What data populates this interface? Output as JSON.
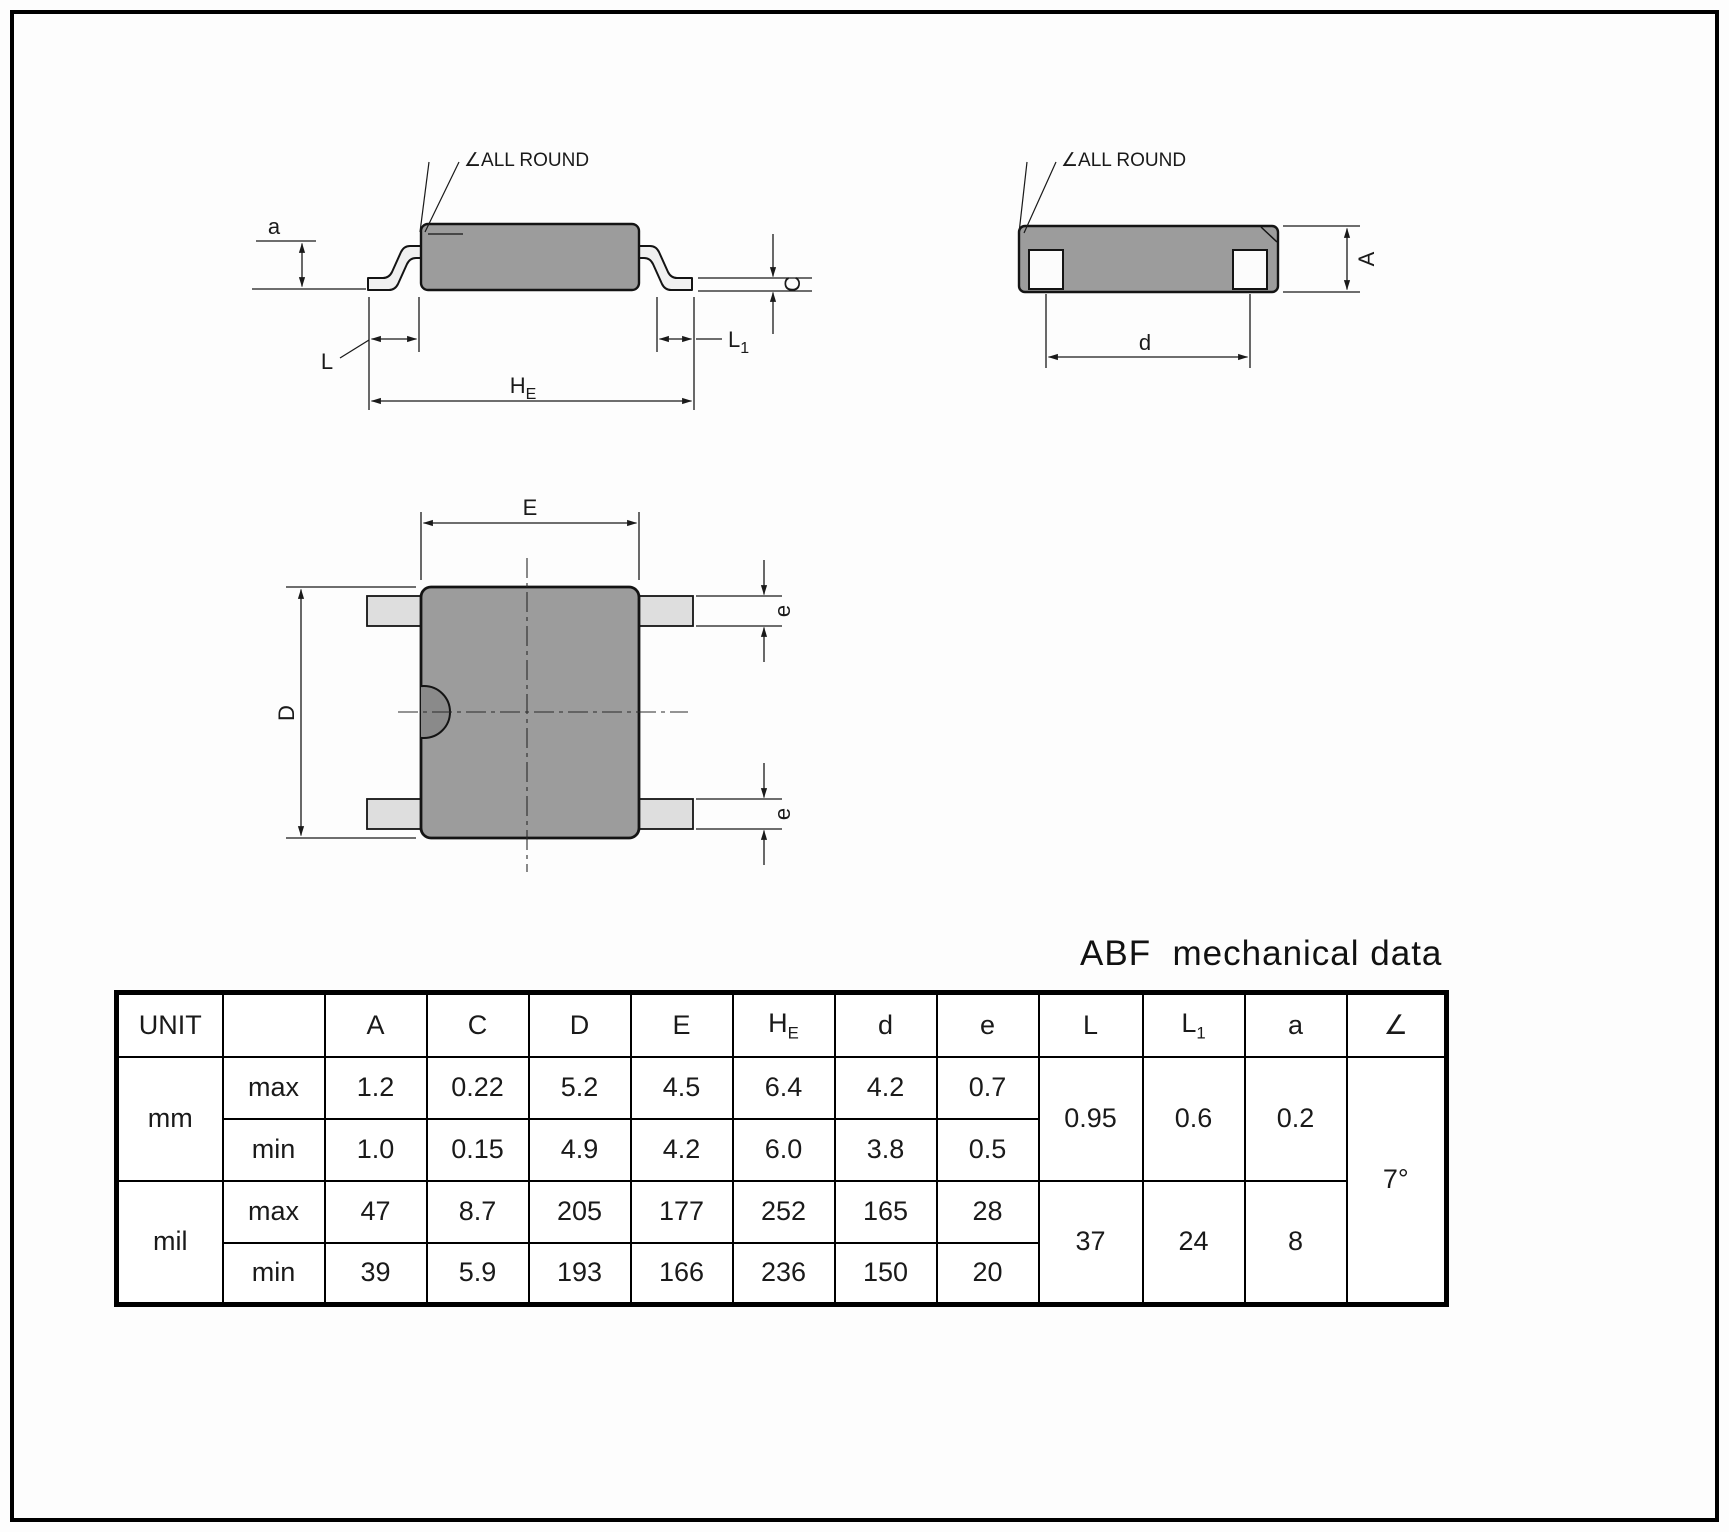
{
  "title": "ABF  mechanical data",
  "side_view": {
    "all_round": "∠ALL ROUND",
    "a": "a",
    "L": "L",
    "L1_main": "L",
    "L1_sub": "1",
    "HE_main": "H",
    "HE_sub": "E",
    "C": "C"
  },
  "end_view": {
    "all_round": "∠ALL ROUND",
    "A": "A",
    "d": "d"
  },
  "top_view": {
    "E": "E",
    "D": "D",
    "e_top": "e",
    "e_bottom": "e"
  },
  "table": {
    "unit_label": "UNIT",
    "max_label": "max",
    "min_label": "min",
    "headers": {
      "A": "A",
      "C": "C",
      "D": "D",
      "E": "E",
      "HE_main": "H",
      "HE_sub": "E",
      "d": "d",
      "e": "e",
      "L": "L",
      "L1_main": "L",
      "L1_sub": "1",
      "a": "a",
      "angle": "∠"
    },
    "mm": {
      "label": "mm",
      "max": [
        "1.2",
        "0.22",
        "5.2",
        "4.5",
        "6.4",
        "4.2",
        "0.7"
      ],
      "min": [
        "1.0",
        "0.15",
        "4.9",
        "4.2",
        "6.0",
        "3.8",
        "0.5"
      ],
      "L": "0.95",
      "L1": "0.6",
      "a": "0.2"
    },
    "mil": {
      "label": "mil",
      "max": [
        "47",
        "8.7",
        "205",
        "177",
        "252",
        "165",
        "28"
      ],
      "min": [
        "39",
        "5.9",
        "193",
        "166",
        "236",
        "150",
        "20"
      ],
      "L": "37",
      "L1": "24",
      "a": "8"
    },
    "angle_value": "7°"
  }
}
